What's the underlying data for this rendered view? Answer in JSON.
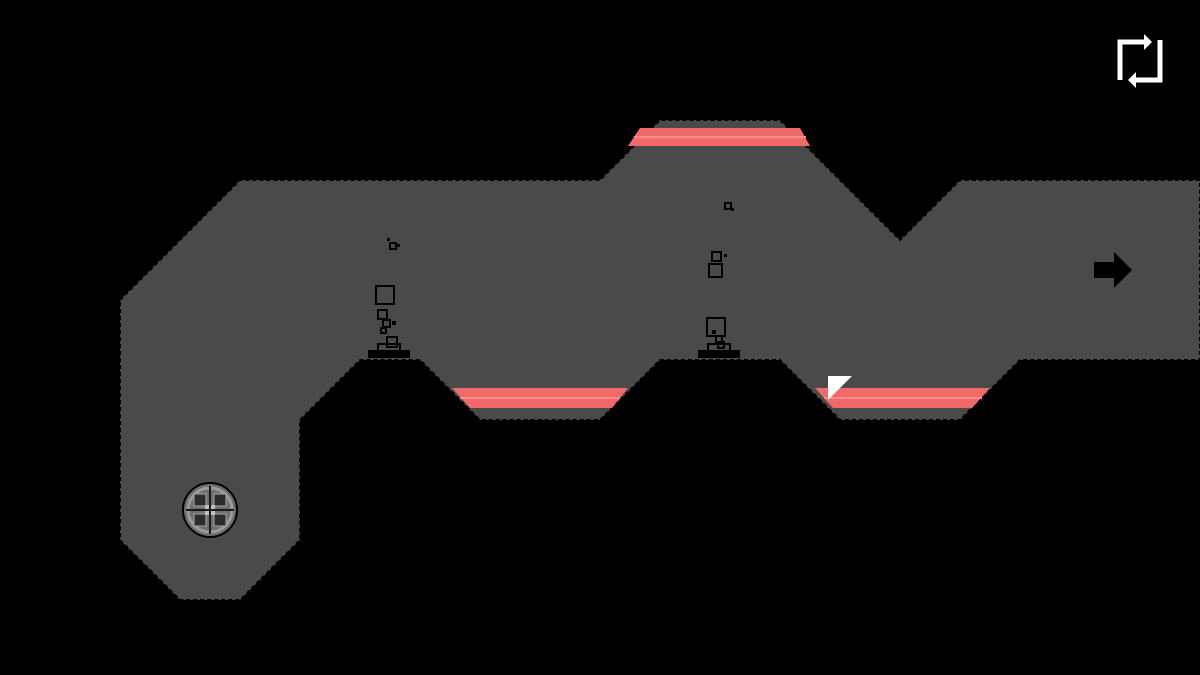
{
  "game": {
    "hud": {
      "restart_icon": "restart-loop-icon",
      "exit_icon": "exit-arrow-icon"
    },
    "player": {
      "icon": "ball-player-icon"
    },
    "hazard": {
      "kind": "red-lava-strip",
      "count": 3
    },
    "vents": {
      "count": 2
    },
    "colors": {
      "background": "#000000",
      "corridor": "#4a4a4a",
      "hazard": "#f06a6a",
      "hazard_edge": "#ff8a8a",
      "outline": "#000000",
      "hud_icon": "#ffffff",
      "marker": "#ffffff"
    }
  }
}
